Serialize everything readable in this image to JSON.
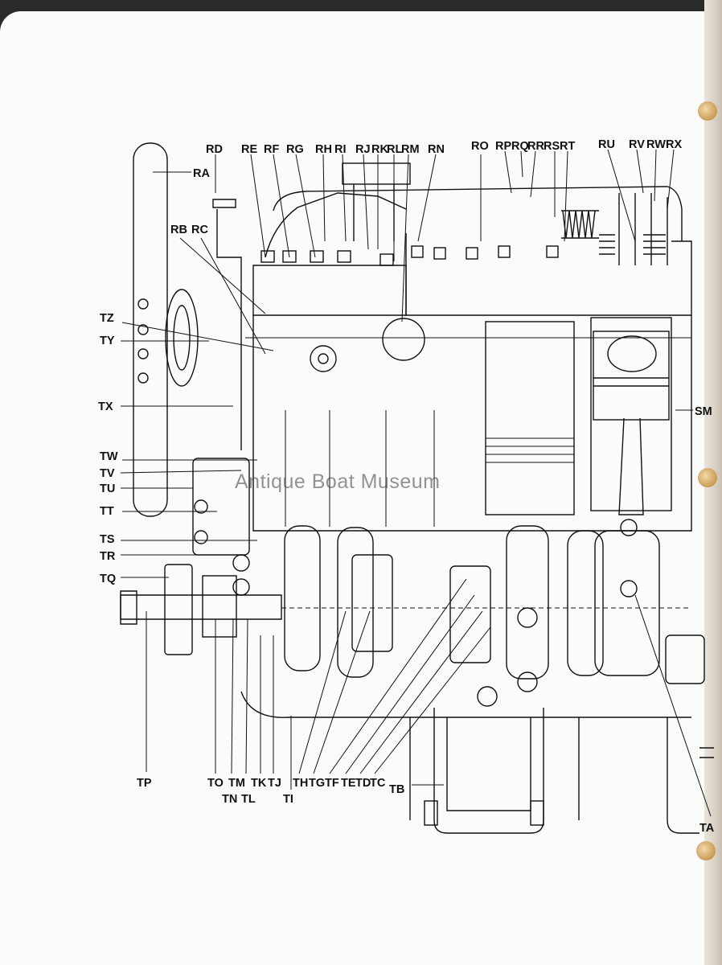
{
  "watermark": "Antique Boat Museum",
  "labels": {
    "RA": "RA",
    "RB": "RB",
    "RC": "RC",
    "RD": "RD",
    "RE": "RE",
    "RF": "RF",
    "RG": "RG",
    "RH": "RH",
    "RI": "RI",
    "RJ": "RJ",
    "RK": "RK",
    "RL": "RL",
    "RM": "RM",
    "RN": "RN",
    "RO": "RO",
    "RP": "RP",
    "RQ": "RQ",
    "RR": "RR",
    "RS": "RS",
    "RT": "RT",
    "RU": "RU",
    "RV": "RV",
    "RW": "RW",
    "RX": "RX",
    "SM": "SM",
    "TA": "TA",
    "TB": "TB",
    "TC": "TC",
    "TD": "TD",
    "TE": "TE",
    "TF": "TF",
    "TG": "TG",
    "TH": "TH",
    "TI": "TI",
    "TJ": "TJ",
    "TK": "TK",
    "TL": "TL",
    "TM": "TM",
    "TN": "TN",
    "TO": "TO",
    "TP": "TP",
    "TQ": "TQ",
    "TR": "TR",
    "TS": "TS",
    "TT": "TT",
    "TU": "TU",
    "TV": "TV",
    "TW": "TW",
    "TX": "TX",
    "TY": "TY",
    "TZ": "TZ"
  },
  "colors": {
    "ink": "#111111",
    "paper": "#fbfbf9",
    "hole": "#c99a55"
  }
}
